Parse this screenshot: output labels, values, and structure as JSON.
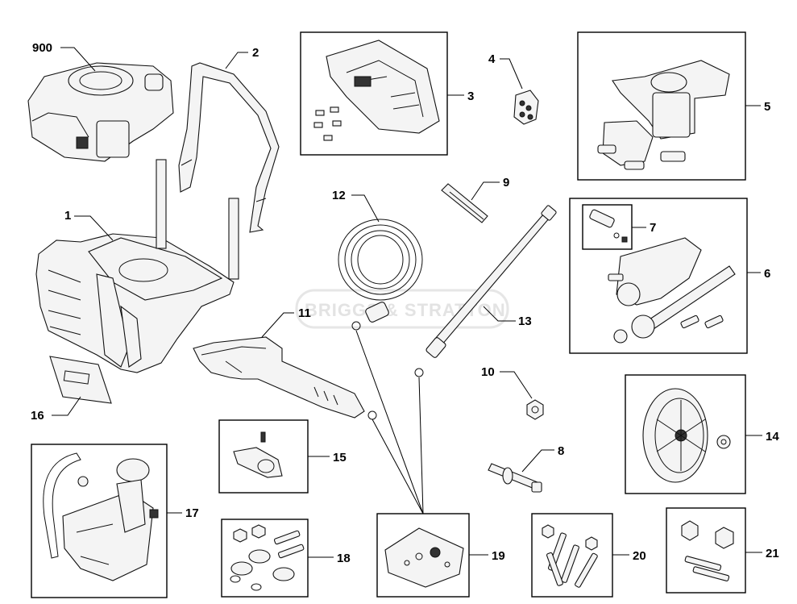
{
  "watermark": "BRIGGS & STRATTON",
  "labels": {
    "p900": "900",
    "p1": "1",
    "p2": "2",
    "p3": "3",
    "p4": "4",
    "p5": "5",
    "p6": "6",
    "p7": "7",
    "p8": "8",
    "p9": "9",
    "p10": "10",
    "p11": "11",
    "p12": "12",
    "p13": "13",
    "p14": "14",
    "p15": "15",
    "p16": "16",
    "p17": "17",
    "p18": "18",
    "p19": "19",
    "p20": "20",
    "p21": "21"
  }
}
